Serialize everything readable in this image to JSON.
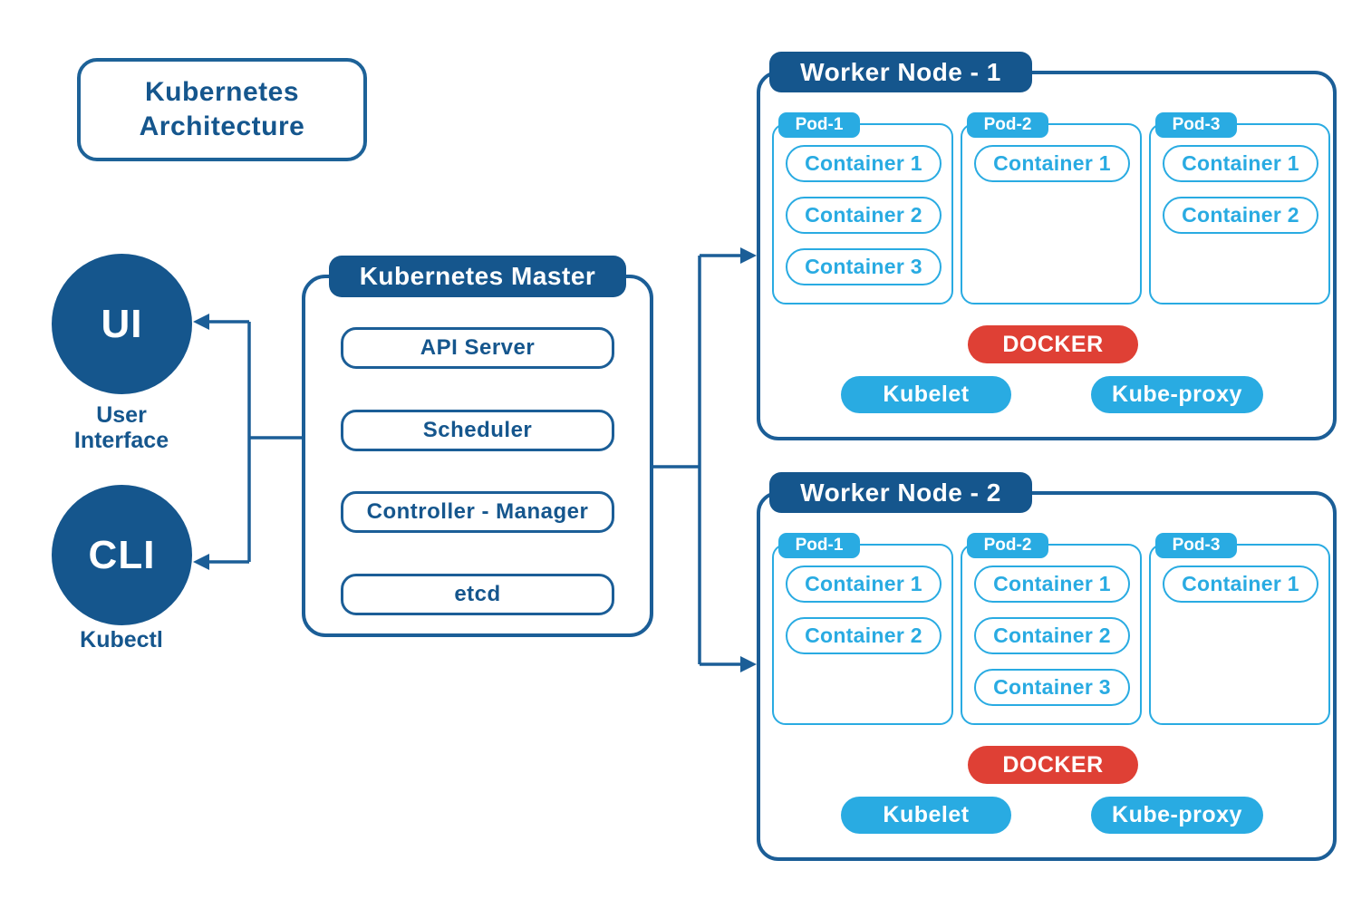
{
  "title": {
    "line1": "Kubernetes",
    "line2": "Architecture"
  },
  "colors": {
    "navy": "#15568d",
    "navy_border": "#1b5e97",
    "light_blue": "#29abe2",
    "docker_red": "#df4035",
    "white": "#ffffff"
  },
  "ui": {
    "circle_label": "UI",
    "caption_line1": "User",
    "caption_line2": "Interface"
  },
  "cli": {
    "circle_label": "CLI",
    "caption_line1": "Kubectl"
  },
  "master": {
    "title": "Kubernetes Master",
    "components": [
      "API Server",
      "Scheduler",
      "Controller - Manager",
      "etcd"
    ]
  },
  "worker_nodes": [
    {
      "title": "Worker Node - 1",
      "pods": [
        {
          "label": "Pod-1",
          "containers": [
            "Container 1",
            "Container 2",
            "Container 3"
          ]
        },
        {
          "label": "Pod-2",
          "containers": [
            "Container 1"
          ]
        },
        {
          "label": "Pod-3",
          "containers": [
            "Container 1",
            "Container 2"
          ]
        }
      ],
      "runtime": "DOCKER",
      "services": [
        "Kubelet",
        "Kube-proxy"
      ]
    },
    {
      "title": "Worker Node - 2",
      "pods": [
        {
          "label": "Pod-1",
          "containers": [
            "Container 1",
            "Container 2"
          ]
        },
        {
          "label": "Pod-2",
          "containers": [
            "Container 1",
            "Container 2",
            "Container 3"
          ]
        },
        {
          "label": "Pod-3",
          "containers": [
            "Container 1"
          ]
        }
      ],
      "runtime": "DOCKER",
      "services": [
        "Kubelet",
        "Kube-proxy"
      ]
    }
  ]
}
